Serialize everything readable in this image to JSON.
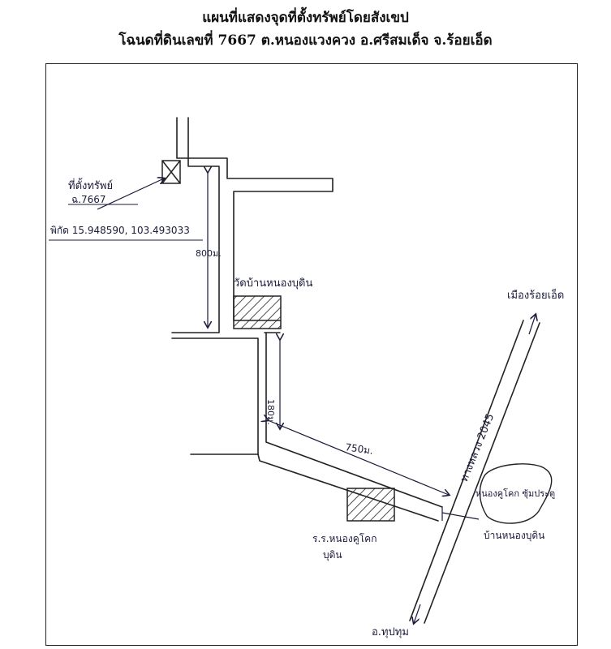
{
  "header": {
    "title_line1": "แผนที่แสดงจุดที่ตั้งทรัพย์โดยสังเขป",
    "title_line2": "โฉนดที่ดินเลขที่ 7667 ต.หนองแวงควง อ.ศรีสมเด็จ จ.ร้อยเอ็ด"
  },
  "labels": {
    "property_label": "ที่ตั้งทรัพย์",
    "deed_label": "ฉ.7667",
    "coordinates_label": "พิกัด 15.948590, 103.493033",
    "dist_800": "800ม.",
    "temple_label": "วัดบ้านหนองบุดิน",
    "dist_180": "180ม.",
    "dist_750": "750ม.",
    "road_label": "ทางหลวง 2045",
    "to_roiet": "เมืองร้อยเอ็ด",
    "village_sign": "หนองคูโคก ซุ้มประตู",
    "village_label": "บ้านหนองบุดิน",
    "school_label_1": "ร.ร.หนองคูโคก",
    "school_label_2": "บุดิน",
    "to_pathum": "อ.ทุปทุม"
  }
}
